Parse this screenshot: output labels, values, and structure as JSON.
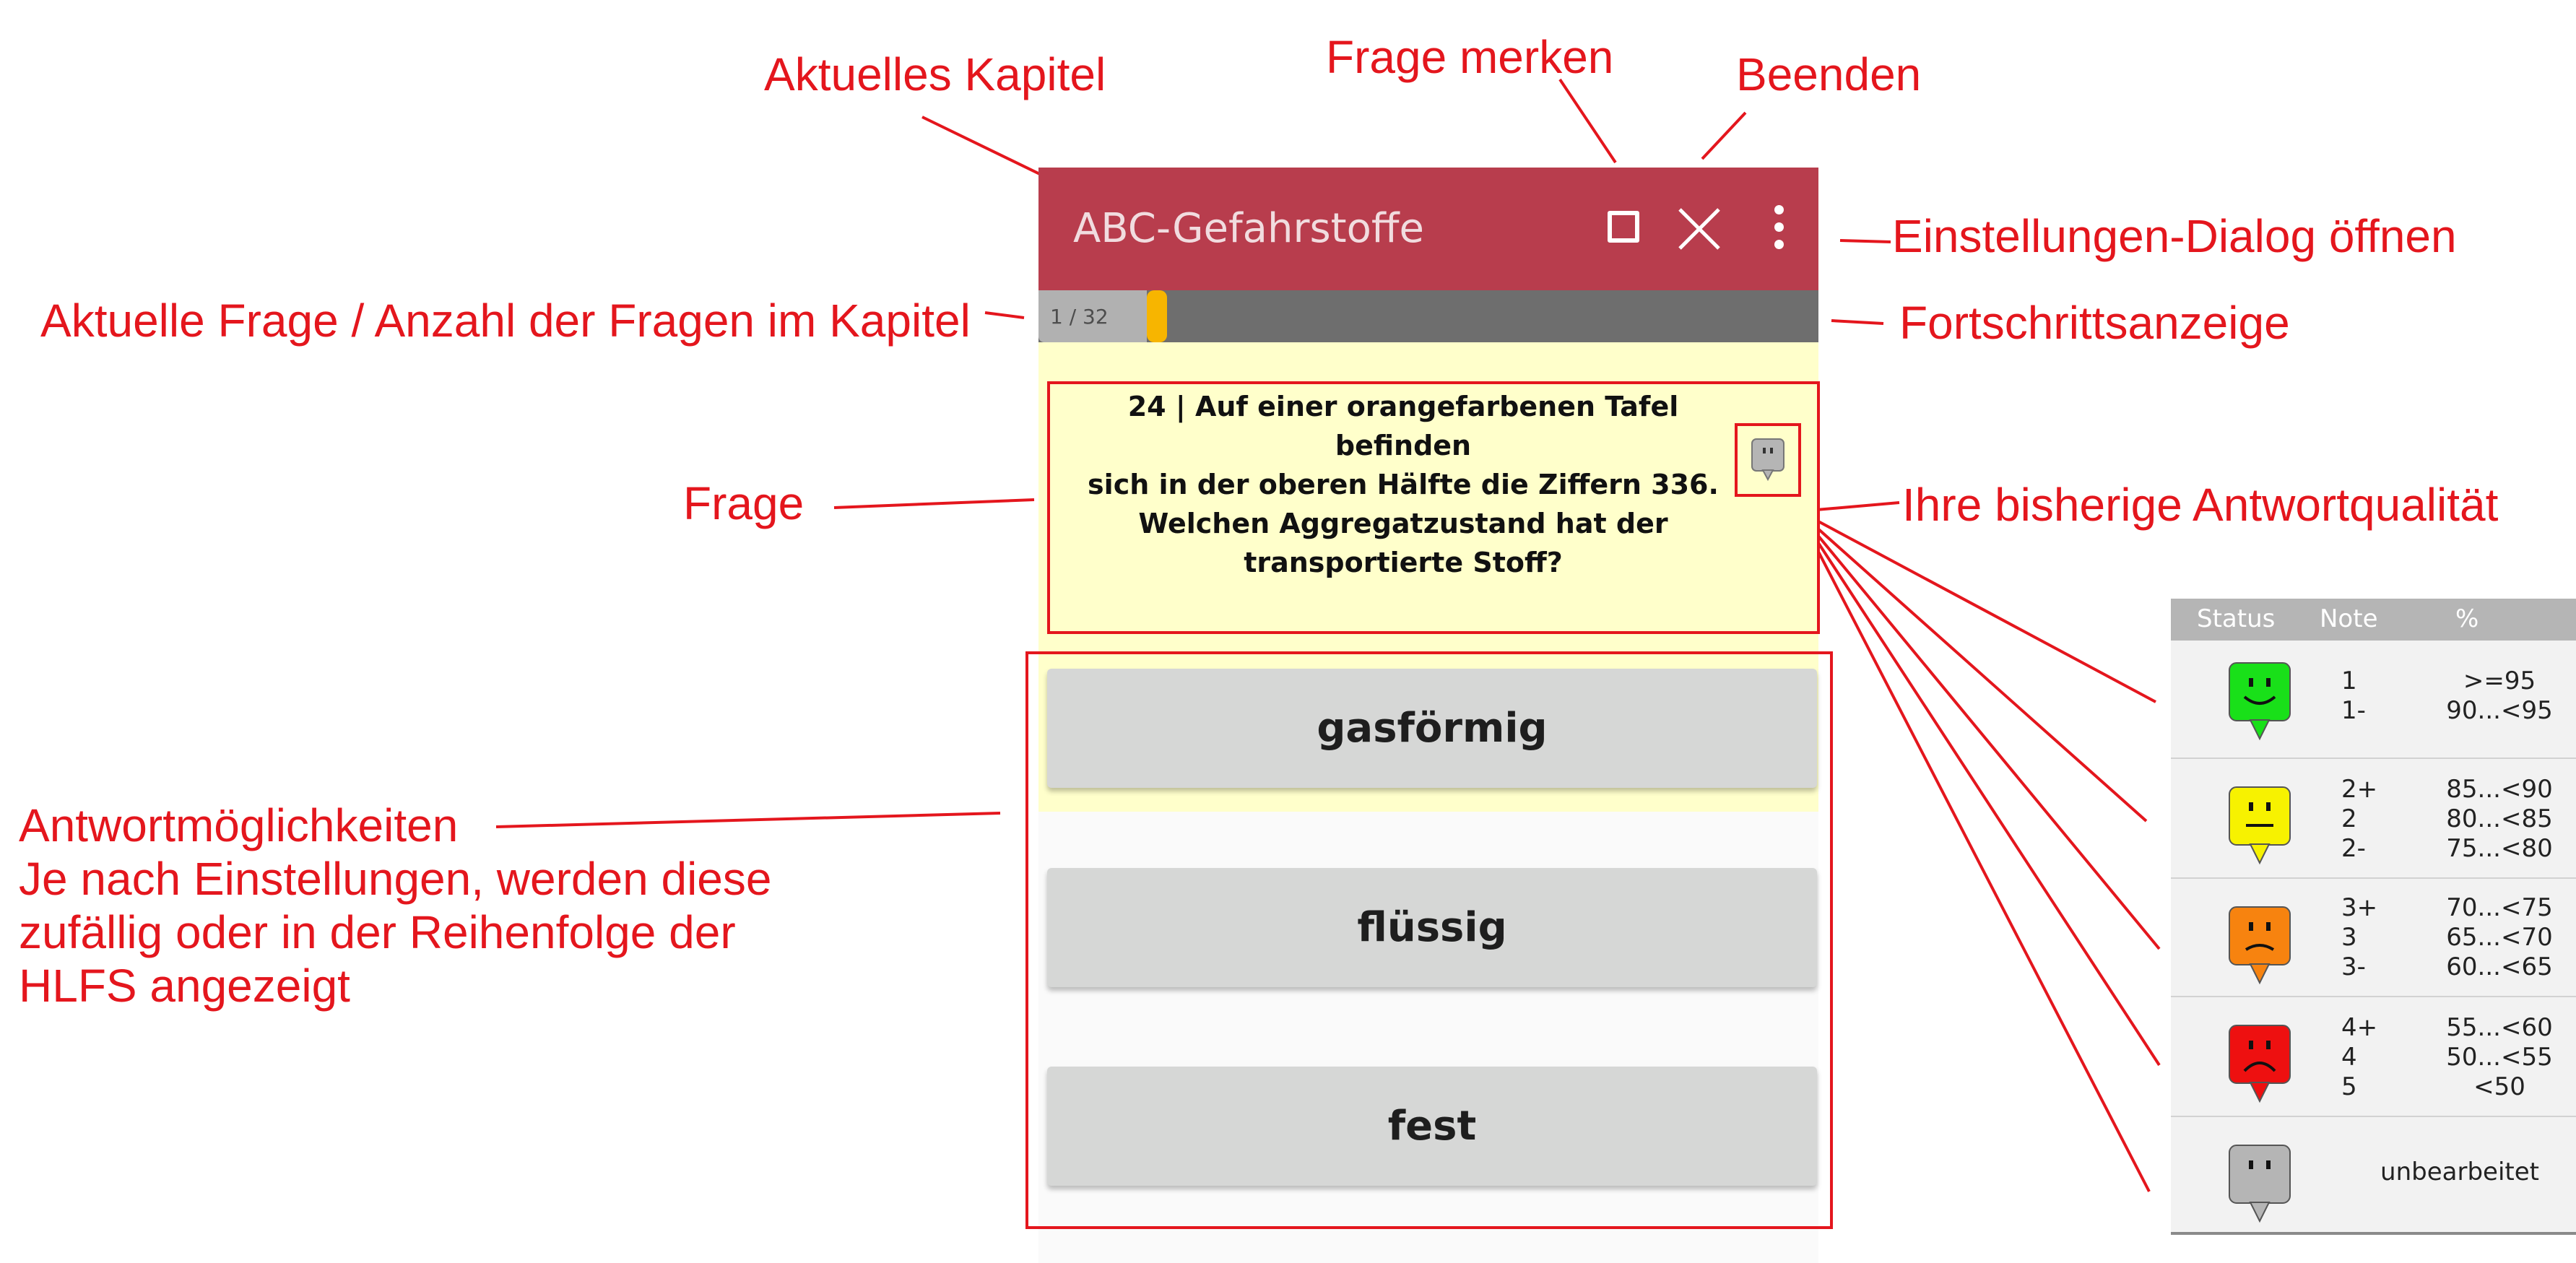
{
  "app": {
    "title": "ABC-Gefahrstoffe",
    "progress_counter": "1 / 32",
    "progress_fraction": 0.031,
    "colors": {
      "appbar": "#b83d4d",
      "progress_track": "#6e6e6e",
      "progress_knob": "#f7b500",
      "question_bg": "#ffffcb",
      "answer_bg": "#d6d7d6",
      "annotation": "#e4161d"
    },
    "icons": {
      "bookmark": "square-outline-icon",
      "close": "close-x-icon",
      "menu": "vertical-dots-icon",
      "quality": "neutral-face-bubble-icon"
    }
  },
  "question": {
    "lines": [
      "24 | Auf einer orangefarbenen Tafel befinden",
      "sich in der oberen Hälfte die Ziffern 336.",
      "Welchen Aggregatzustand hat der",
      "transportierte Stoff?"
    ]
  },
  "answers": [
    "gasförmig",
    "flüssig",
    "fest"
  ],
  "annotations": {
    "current_chapter": "Aktuelles Kapitel",
    "bookmark_question": "Frage merken",
    "quit": "Beenden",
    "settings_dialog": "Einstellungen-Dialog öffnen",
    "question_counter": "Aktuelle Frage / Anzahl der Fragen im Kapitel",
    "progress_indicator": "Fortschrittsanzeige",
    "question": "Frage",
    "answer_quality": "Ihre bisherige Antwortqualität",
    "answer_options": [
      "Antwortmöglichkeiten",
      "Je nach Einstellungen, werden diese",
      "zufällig oder in der Reihenfolge der",
      "HLFS angezeigt"
    ]
  },
  "legend": {
    "headers": {
      "status": "Status",
      "note": "Note",
      "percent": "%"
    },
    "rows": [
      {
        "color": "#19e019",
        "mood": "happy",
        "notes": [
          "1",
          "1-"
        ],
        "percents": [
          ">=95",
          "90...<95"
        ]
      },
      {
        "color": "#f7f200",
        "mood": "neutral",
        "notes": [
          "2+",
          "2",
          "2-"
        ],
        "percents": [
          "85...<90",
          "80...<85",
          "75...<80"
        ]
      },
      {
        "color": "#f7830f",
        "mood": "sad",
        "notes": [
          "3+",
          "3",
          "3-"
        ],
        "percents": [
          "70...<75",
          "65...<70",
          "60...<65"
        ]
      },
      {
        "color": "#ee1010",
        "mood": "unhappy",
        "notes": [
          "4+",
          "4",
          "5"
        ],
        "percents": [
          "55...<60",
          "50...<55",
          "<50"
        ]
      },
      {
        "color": "#b5b5b5",
        "mood": "none",
        "notes": [],
        "percents": [],
        "label": "unbearbeitet"
      }
    ]
  }
}
